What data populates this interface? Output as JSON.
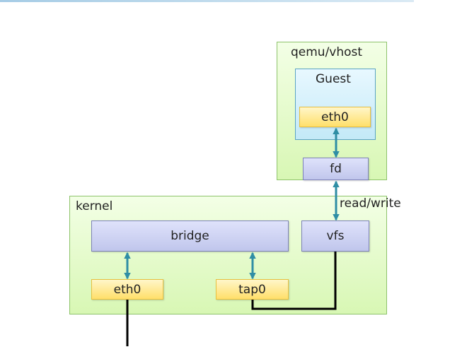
{
  "qemu": {
    "title": "qemu/vhost"
  },
  "guest": {
    "title": "Guest",
    "nic": "eth0"
  },
  "fd": {
    "label": "fd"
  },
  "link": {
    "label": "read/write"
  },
  "kernel": {
    "title": "kernel",
    "bridge": "bridge",
    "vfs": "vfs",
    "eth0": "eth0",
    "tap0": "tap0"
  },
  "colors": {
    "region_border": "#8dc36a",
    "guest_border": "#5aa3c4",
    "blue_box": "#c0c6ec",
    "yellow_box": "#ffdf6a",
    "arrow": "#2f8ea5",
    "wire": "#000000"
  }
}
